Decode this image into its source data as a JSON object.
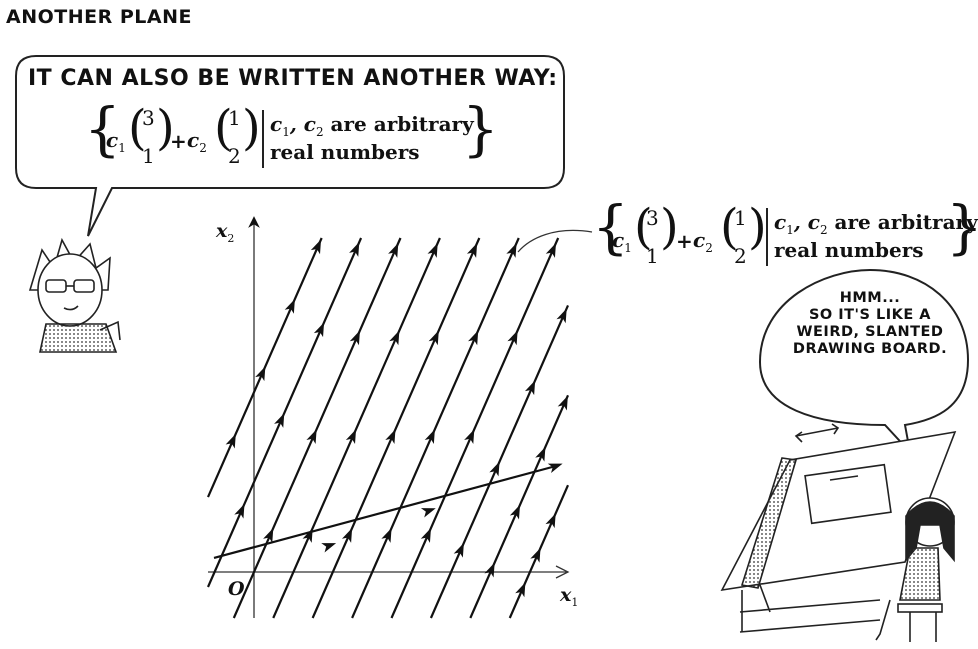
{
  "section_title": "ANOTHER PLANE",
  "left_bubble": {
    "heading": "IT CAN ALSO BE WRITTEN ANOTHER WAY:"
  },
  "set_notation": {
    "c1": "c",
    "c1_sub": "1",
    "c2": "c",
    "c2_sub": "2",
    "plus": "+",
    "vec1_top": "3",
    "vec1_bottom": "1",
    "vec2_top": "1",
    "vec2_bottom": "2",
    "cond_vars": "c",
    "cond_line1_rest": "are arbitrary",
    "cond_line2": "real numbers",
    "comma_c2": ", c"
  },
  "graph": {
    "x_axis_label": "x",
    "x_axis_sub": "1",
    "y_axis_label": "x",
    "y_axis_sub": "2",
    "origin_label": "O"
  },
  "right_bubble": {
    "line1": "HMM...",
    "line2": "SO IT'S LIKE A",
    "line3": "WEIRD, SLANTED",
    "line4": "DRAWING BOARD."
  }
}
